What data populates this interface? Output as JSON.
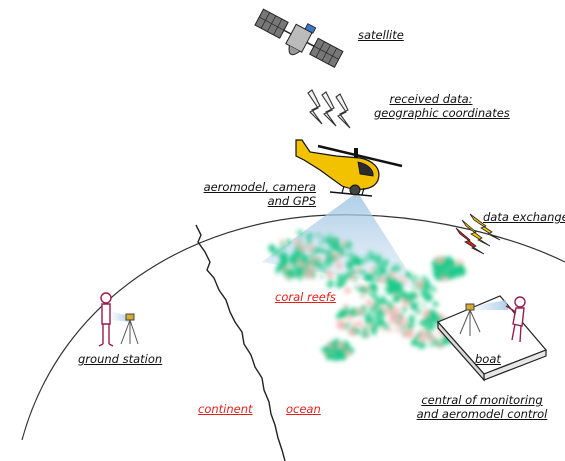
{
  "labels": {
    "satellite": "satellite",
    "received_data_line1": "received data:",
    "received_data_line2": "geographic coordinates",
    "aeromodel_line1": "aeromodel, camera",
    "aeromodel_line2": "and GPS",
    "data_exchange": "data exchange",
    "coral_reefs": "coral reefs",
    "ground_station": "ground station",
    "boat": "boat",
    "continent": "continent",
    "ocean": "ocean",
    "central_line1": "central of monitoring",
    "central_line2": "and aeromodel control"
  },
  "icons": {
    "satellite": "satellite-icon",
    "signal": "signal-bolts-icon",
    "helicopter": "helicopter-icon",
    "exchange": "data-exchange-bolts-icon",
    "ground_person": "ground-person-icon",
    "boat_person": "boat-person-icon"
  },
  "colors": {
    "red_label": "#e0221e",
    "reef_green": "#1fc98a",
    "reef_pink": "#f3b7b7",
    "helicopter_yellow": "#f2c200",
    "bolt_red": "#e0221e",
    "bolt_yellow": "#f5c400",
    "camera_beam": "#a9cbe6"
  }
}
